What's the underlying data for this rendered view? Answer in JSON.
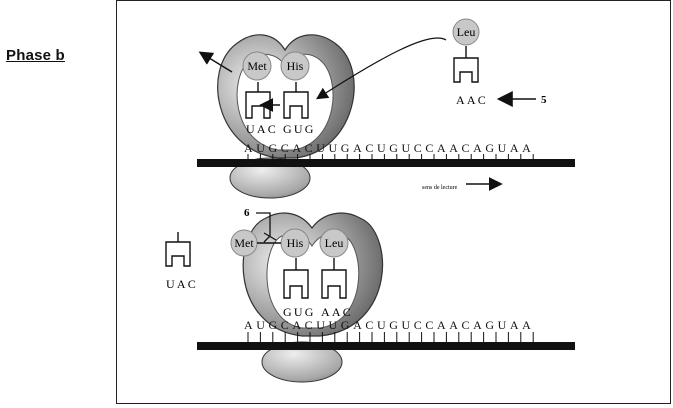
{
  "phase_label": "Phase b",
  "top": {
    "tRNA_sites": [
      "Met",
      "His"
    ],
    "anticodons": [
      "UAC",
      "GUG"
    ],
    "mrna": "AUGCACUUGACUGUCCAACAGUAA",
    "incoming_aa": "Leu",
    "incoming_anticodon": "AAC",
    "callout": "5",
    "direction_text": "sens de lecture"
  },
  "bottom": {
    "tRNA_sites": [
      "Met",
      "His",
      "Leu"
    ],
    "anticodons": [
      "GUG",
      "AAC"
    ],
    "mrna": "AUGCACUUGACUGUCCAACAGUAA",
    "released_anticodon": "UAC",
    "callout": "6"
  },
  "colors": {
    "ribosome_dark": "#7a7a7a",
    "ribosome_light": "#d9d9d9",
    "aa_circle": "#c8c8c8",
    "ink": "#111111"
  }
}
